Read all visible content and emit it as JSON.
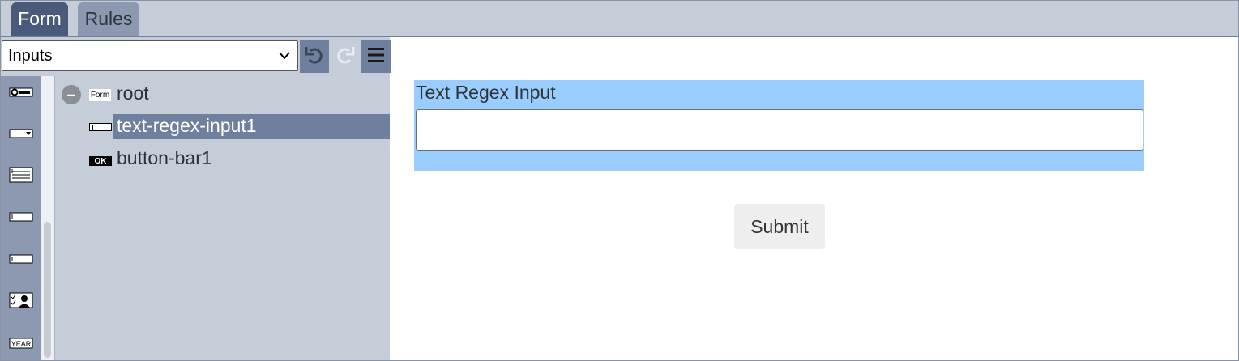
{
  "tabs": [
    {
      "label": "Form",
      "active": true
    },
    {
      "label": "Rules",
      "active": false
    }
  ],
  "toolbar": {
    "select_value": "Inputs",
    "undo_icon": "undo-icon",
    "redo_icon": "redo-icon",
    "menu_icon": "hamburger-menu-icon"
  },
  "palette": {
    "icons": [
      "radio-input-icon",
      "dropdown-input-icon",
      "textarea-input-icon",
      "text-input-icon",
      "text-input-icon",
      "checkbox-person-icon",
      "year-input-icon"
    ],
    "year_text": "YEAR"
  },
  "tree": {
    "root": {
      "badge": "Form",
      "label": "root",
      "toggle": "–"
    },
    "children": [
      {
        "label": "text-regex-input1",
        "icon": "text-input-icon",
        "selected": true
      },
      {
        "label": "button-bar1",
        "icon": "ok-button-icon",
        "badge": "OK",
        "selected": false
      }
    ]
  },
  "form": {
    "field_label": "Text Regex Input",
    "field_value": "",
    "submit_label": "Submit"
  },
  "colors": {
    "tabbar": "#c5cdd9",
    "active_tab": "#4a5a7a",
    "selection": "#6f7f9e",
    "field_highlight": "#99ccff"
  }
}
